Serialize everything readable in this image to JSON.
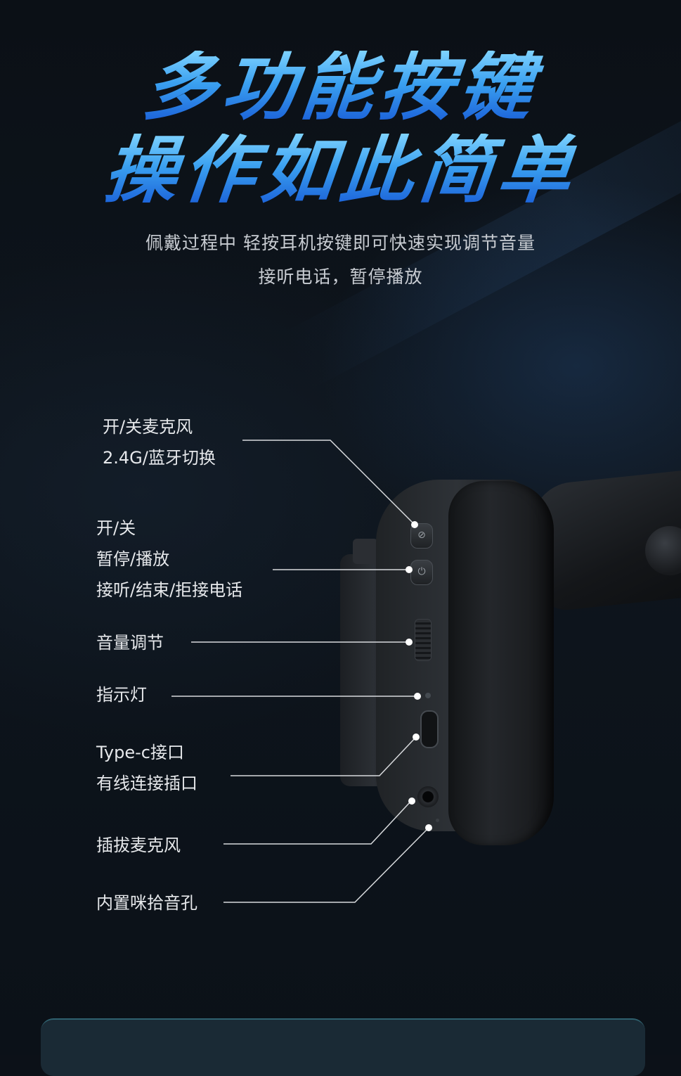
{
  "title": {
    "line1": "多功能按键",
    "line2": "操作如此简单"
  },
  "subtitle": {
    "line1": "佩戴过程中 轻按耳机按键即可快速实现调节音量",
    "line2": "接听电话，暂停播放"
  },
  "callouts": [
    {
      "lines": [
        "开/关麦克风",
        "2.4G/蓝牙切换"
      ]
    },
    {
      "lines": [
        "开/关",
        "暂停/播放",
        "接听/结束/拒接电话"
      ]
    },
    {
      "lines": [
        "音量调节"
      ]
    },
    {
      "lines": [
        "指示灯"
      ]
    },
    {
      "lines": [
        "Type-c接口",
        "有线连接插口"
      ]
    },
    {
      "lines": [
        "插拔麦克风"
      ]
    },
    {
      "lines": [
        "内置咪拾音孔"
      ]
    }
  ],
  "icons": {
    "mic_button": "mic-mute-icon",
    "power_button": "power-icon"
  },
  "colors": {
    "background": "#0c1118",
    "title_gradient_top": "#7fd3ff",
    "title_gradient_bottom": "#1a5fd8",
    "label_text": "#e6e8eb",
    "line": "#d8dadd"
  }
}
